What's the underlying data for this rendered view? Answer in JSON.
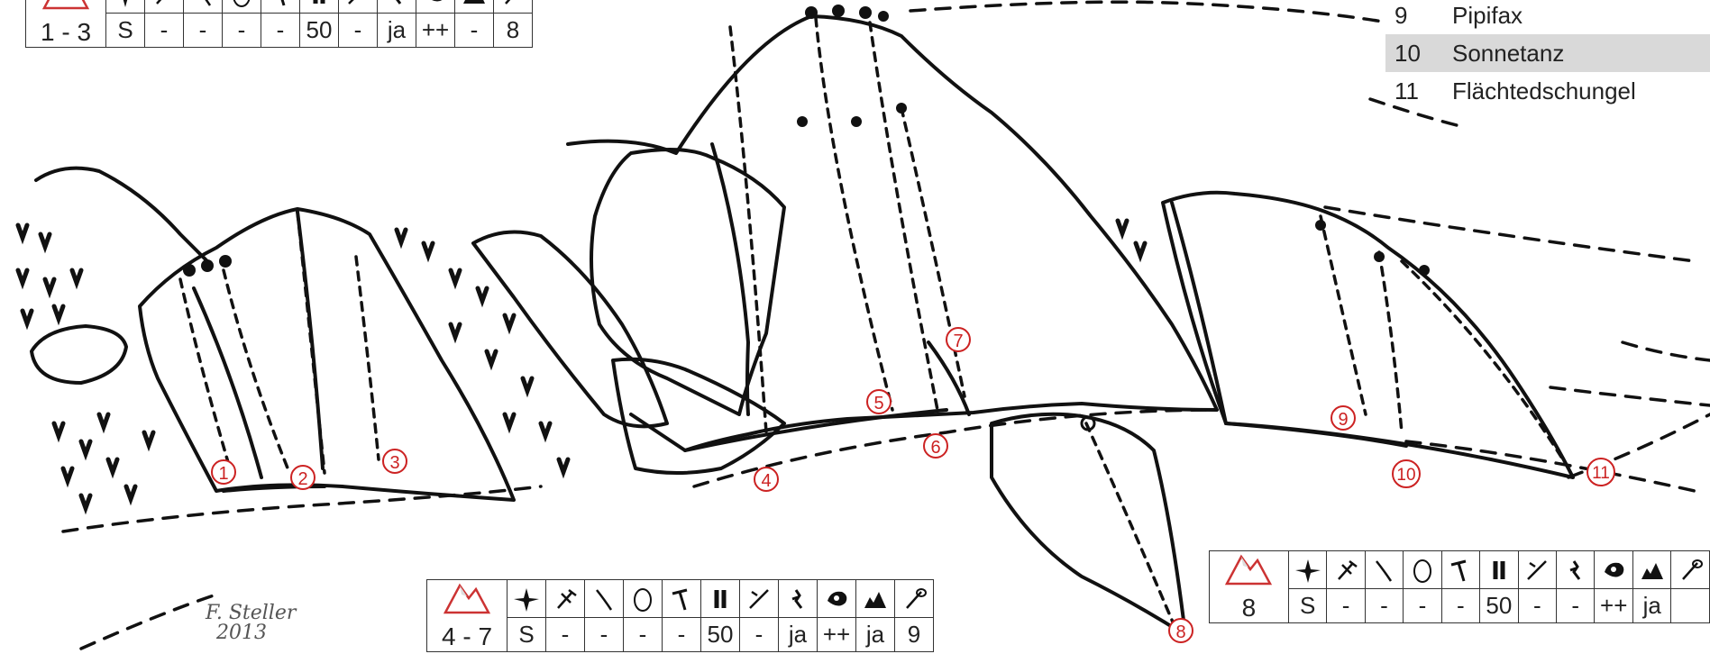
{
  "signature": {
    "name": "F. Steller",
    "year": "2013"
  },
  "routes": [
    {
      "num": "9",
      "name": "Pipifax",
      "active": false
    },
    {
      "num": "10",
      "name": "Sonnetanz",
      "active": true
    },
    {
      "num": "11",
      "name": "Flächtedschungel",
      "active": false
    }
  ],
  "markers": [
    "1",
    "2",
    "3",
    "4",
    "5",
    "6",
    "7",
    "8",
    "9",
    "10",
    "11"
  ],
  "icons": [
    "compass-icon",
    "drill-icon",
    "rope-icon",
    "sling-icon",
    "ice-axe-icon",
    "quickdraw-icon",
    "hammer-icon",
    "climber-icon",
    "grip-icon",
    "terrain-icon",
    "carabiner-icon"
  ],
  "tables": [
    {
      "sector": "1 - 3",
      "values": [
        "S",
        "-",
        "-",
        "-",
        "-",
        "50",
        "-",
        "ja",
        "++",
        "-",
        "8"
      ]
    },
    {
      "sector": "4 - 7",
      "values": [
        "S",
        "-",
        "-",
        "-",
        "-",
        "50",
        "-",
        "ja",
        "++",
        "ja",
        "9"
      ]
    },
    {
      "sector": "8",
      "values": [
        "S",
        "-",
        "-",
        "-",
        "-",
        "50",
        "-",
        "-",
        "++",
        "ja",
        ""
      ]
    }
  ],
  "colors": {
    "marker": "#cc2222",
    "ink": "#111111",
    "mountain": "#cc3333",
    "highlight": "#d9d9d9"
  }
}
